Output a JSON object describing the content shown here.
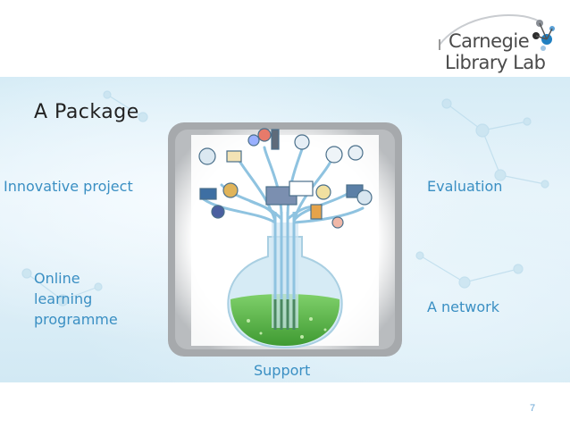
{
  "logo": {
    "line1": "Carnegie",
    "line2": "Library Lab"
  },
  "slide": {
    "title": "A Package",
    "labels": {
      "innovative_project": "Innovative project",
      "evaluation": "Evaluation",
      "online_line1": "Online",
      "online_line2": "learning",
      "online_line3": "programme",
      "network": "A network",
      "support": "Support"
    },
    "page_number": "7"
  },
  "colors": {
    "label_blue": "#3a8fc3",
    "band_blue": "#d6ecf6",
    "liquid_green": "#4fae3f",
    "flask_glass": "#cfe6f3"
  }
}
